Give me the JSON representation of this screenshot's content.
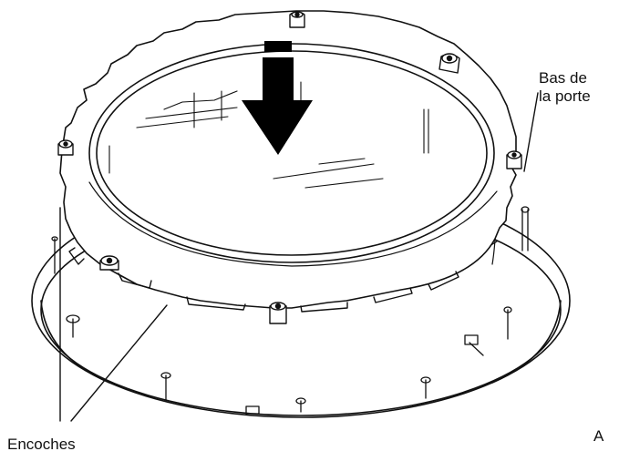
{
  "labels": {
    "door_bottom_line1": "Bas de",
    "door_bottom_line2": "la porte",
    "notches": "Encoches",
    "figure_letter": "A"
  },
  "colors": {
    "line": "#111111",
    "fill": "#ffffff",
    "arrow": "#000000"
  }
}
